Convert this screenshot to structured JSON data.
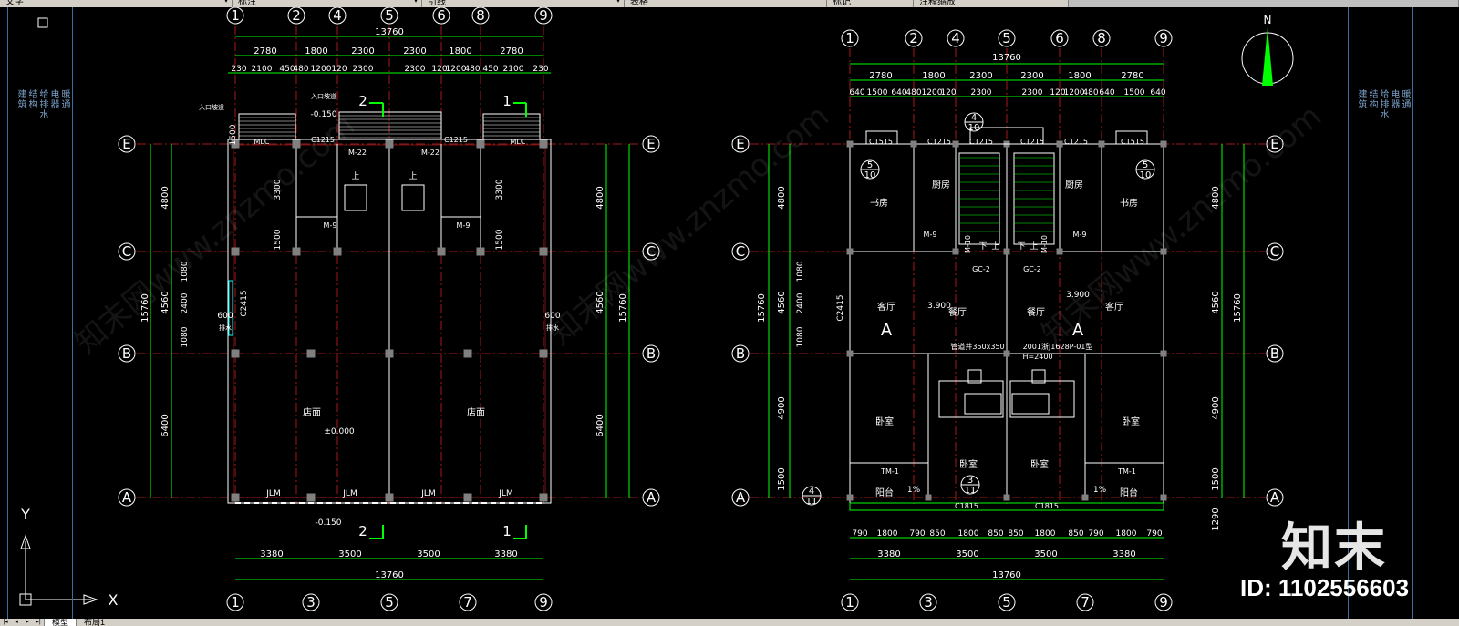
{
  "toolbar": {
    "cells": [
      "文字",
      "标注",
      "引线",
      "表格",
      "标记",
      "注释缩放"
    ]
  },
  "tabs": {
    "model": "模型",
    "layout1": "布局1"
  },
  "side_labels": [
    "建筑",
    "结构",
    "给排水",
    "电器",
    "暖通"
  ],
  "axes": {
    "plan_left_top": [
      "1",
      "2",
      "4",
      "5",
      "6",
      "8",
      "9"
    ],
    "plan_left_bottom": [
      "1",
      "3",
      "5",
      "7",
      "9"
    ],
    "rows": [
      "E",
      "C",
      "B",
      "A"
    ]
  },
  "dims": {
    "total": "13760",
    "top_row1": [
      "2780",
      "1800",
      "2300",
      "2300",
      "1800",
      "2780"
    ],
    "top_row2_left": [
      "230",
      "2100",
      "450",
      "480",
      "1200",
      "120",
      "2300",
      "2300",
      "120",
      "1200",
      "480",
      "450",
      "2100",
      "230"
    ],
    "top_row2_right": [
      "640",
      "1500",
      "640",
      "480",
      "1200",
      "120",
      "2300",
      "2300",
      "120",
      "1200",
      "480",
      "640",
      "1500",
      "640"
    ],
    "bottom_row1": [
      "3380",
      "3500",
      "3500",
      "3380"
    ],
    "bottom_row2_right": [
      "790",
      "1800",
      "790",
      "850",
      "1800",
      "850",
      "850",
      "1800",
      "850",
      "790",
      "1800",
      "790"
    ],
    "vertical_left": [
      "4800",
      "4560",
      "6400",
      "15760"
    ],
    "vertical_inner": [
      "1500",
      "3300",
      "1500",
      "1080",
      "2400",
      "1080"
    ],
    "vertical_right_plan2": [
      "4800",
      "4560",
      "4900",
      "1500",
      "15760",
      "1290"
    ]
  },
  "labels_left": {
    "shop": "店面",
    "elev_zero": "±0.000",
    "elev_neg": "-0.150",
    "entry": "入口坡道",
    "mlc": "MLC",
    "c1215": "C1215",
    "m22": "M-22",
    "m9": "M-9",
    "jlm": "JLM",
    "c2415": "C2415",
    "up": "上",
    "pipe": "排水",
    "d600": "600"
  },
  "labels_right": {
    "study": "书房",
    "kitchen": "厨房",
    "living": "客厅",
    "dining": "餐厅",
    "bedroom": "卧室",
    "balcony": "阳台",
    "elev": "3.900",
    "pipe_well": "管道井350x350",
    "stair_note": "2001浙J1628P-01型",
    "h2400": "H=2400",
    "unit_a": "A",
    "c1515": "C1515",
    "c1815": "C1815",
    "gc2": "GC-2",
    "m10": "M-10",
    "tm1": "TM-1",
    "slope": "1%",
    "down": "下",
    "up": "上",
    "detail_4_10": [
      "4",
      "10"
    ],
    "detail_5_10": [
      "5",
      "10"
    ],
    "detail_4_11": [
      "4",
      "11"
    ],
    "detail_3_11": [
      "3",
      "11"
    ]
  },
  "section_marks": [
    "1",
    "2"
  ],
  "north": "N",
  "ucs": {
    "x": "X",
    "y": "Y"
  },
  "watermark": "知末网www.znzmo.com",
  "brand": {
    "logo": "知末",
    "id": "ID: 1102556603"
  },
  "colors": {
    "axis": "#d02020",
    "wall": "#ffffff",
    "dim": "#00ff00",
    "circle": "#ffffff",
    "col": "#808080"
  }
}
